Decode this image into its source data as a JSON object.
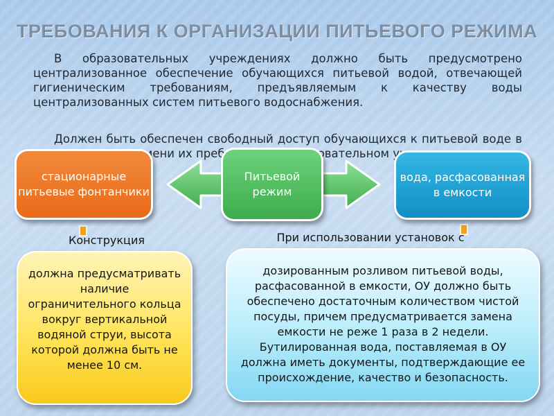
{
  "title": "ТРЕБОВАНИЯ К ОРГАНИЗАЦИИ ПИТЬЕВОГО РЕЖИМА",
  "paragraph1": "В образовательных учреждениях должно быть предусмотрено централизованное обеспечение обучающихся питьевой водой, отвечающей гигиеническим требованиям, предъявляемым к качеству воды централизованных систем питьевого водоснабжения.",
  "paragraph2": "Должен быть обеспечен свободный доступ обучающихся к питьевой воде в течение всего времени их пребывания в образовательном учреждении.",
  "diagram": {
    "left_box": "стационарные питьевые фонтанчики",
    "center_box": "Питьевой режим",
    "right_box": "вода, расфасованная в емкости",
    "left_label": "Конструкция",
    "right_label": "При использовании установок с",
    "left_panel": "должна предусматривать наличие ограничительного кольца вокруг вертикальной водяной струи, высота которой должна быть не менее 10 см.",
    "right_panel": "дозированным розливом питьевой воды, расфасованной в емкости, ОУ должно быть обеспечено достаточным количеством чистой посуды, причем предусматривается замена емкости не реже 1 раза в 2 недели. Бутилированная вода, поставляемая в ОУ должна иметь документы, подтверждающие ее происхождение, качество и безопасность."
  },
  "colors": {
    "left_box": "#ea6a18",
    "center_box": "#3dac4c",
    "right_box": "#118fc6",
    "arrow": "#5cc36a",
    "connector": "#f0a21b"
  }
}
